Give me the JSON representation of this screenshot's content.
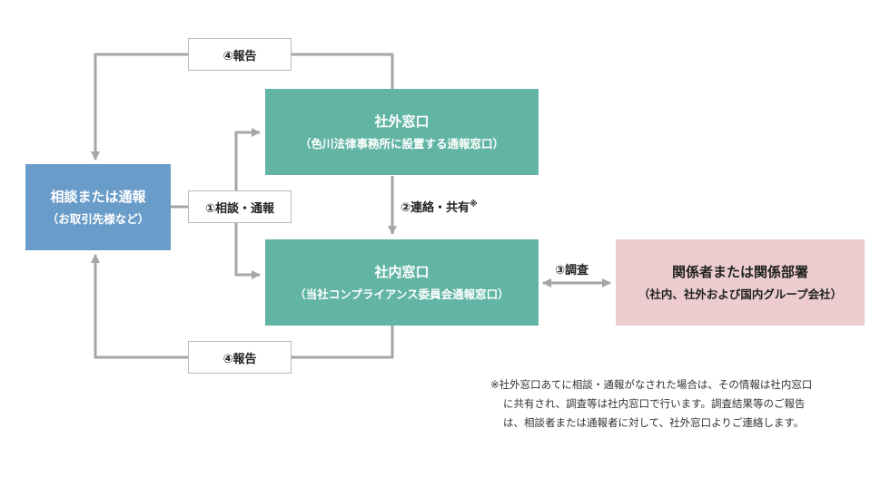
{
  "nodes": {
    "external_window": {
      "title": "社外窓口",
      "subtitle": "（色川法律事務所に設置する通報窓口）"
    },
    "internal_window": {
      "title": "社内窓口",
      "subtitle": "（当社コンプライアンス委員会通報窓口）"
    },
    "reporter": {
      "title": "相談または通報",
      "subtitle": "（お取引先様など）"
    },
    "related_parties": {
      "title": "関係者または関係部署",
      "subtitle": "（社内、社外および国内グループ会社）"
    }
  },
  "edge_labels": {
    "consult_report": "①相談・通報",
    "liaise_share": "②連絡・共有",
    "liaise_share_mark": "※",
    "investigate": "③調査",
    "report_top": "④報告",
    "report_bottom": "④報告"
  },
  "note": {
    "lines": [
      "※社外窓口あてに相談・通報がなされた場合は、その情報は社内窓口",
      "に共有され、調査等は社内窓口で行います。調査結果等のご報告",
      "は、相談者または通報者に対して、社外窓口よりご連絡します。"
    ]
  },
  "colors": {
    "teal": "#62b5a4",
    "blue": "#6a9cc9",
    "pink": "#ecccce",
    "connector": "#a6a6a6"
  }
}
